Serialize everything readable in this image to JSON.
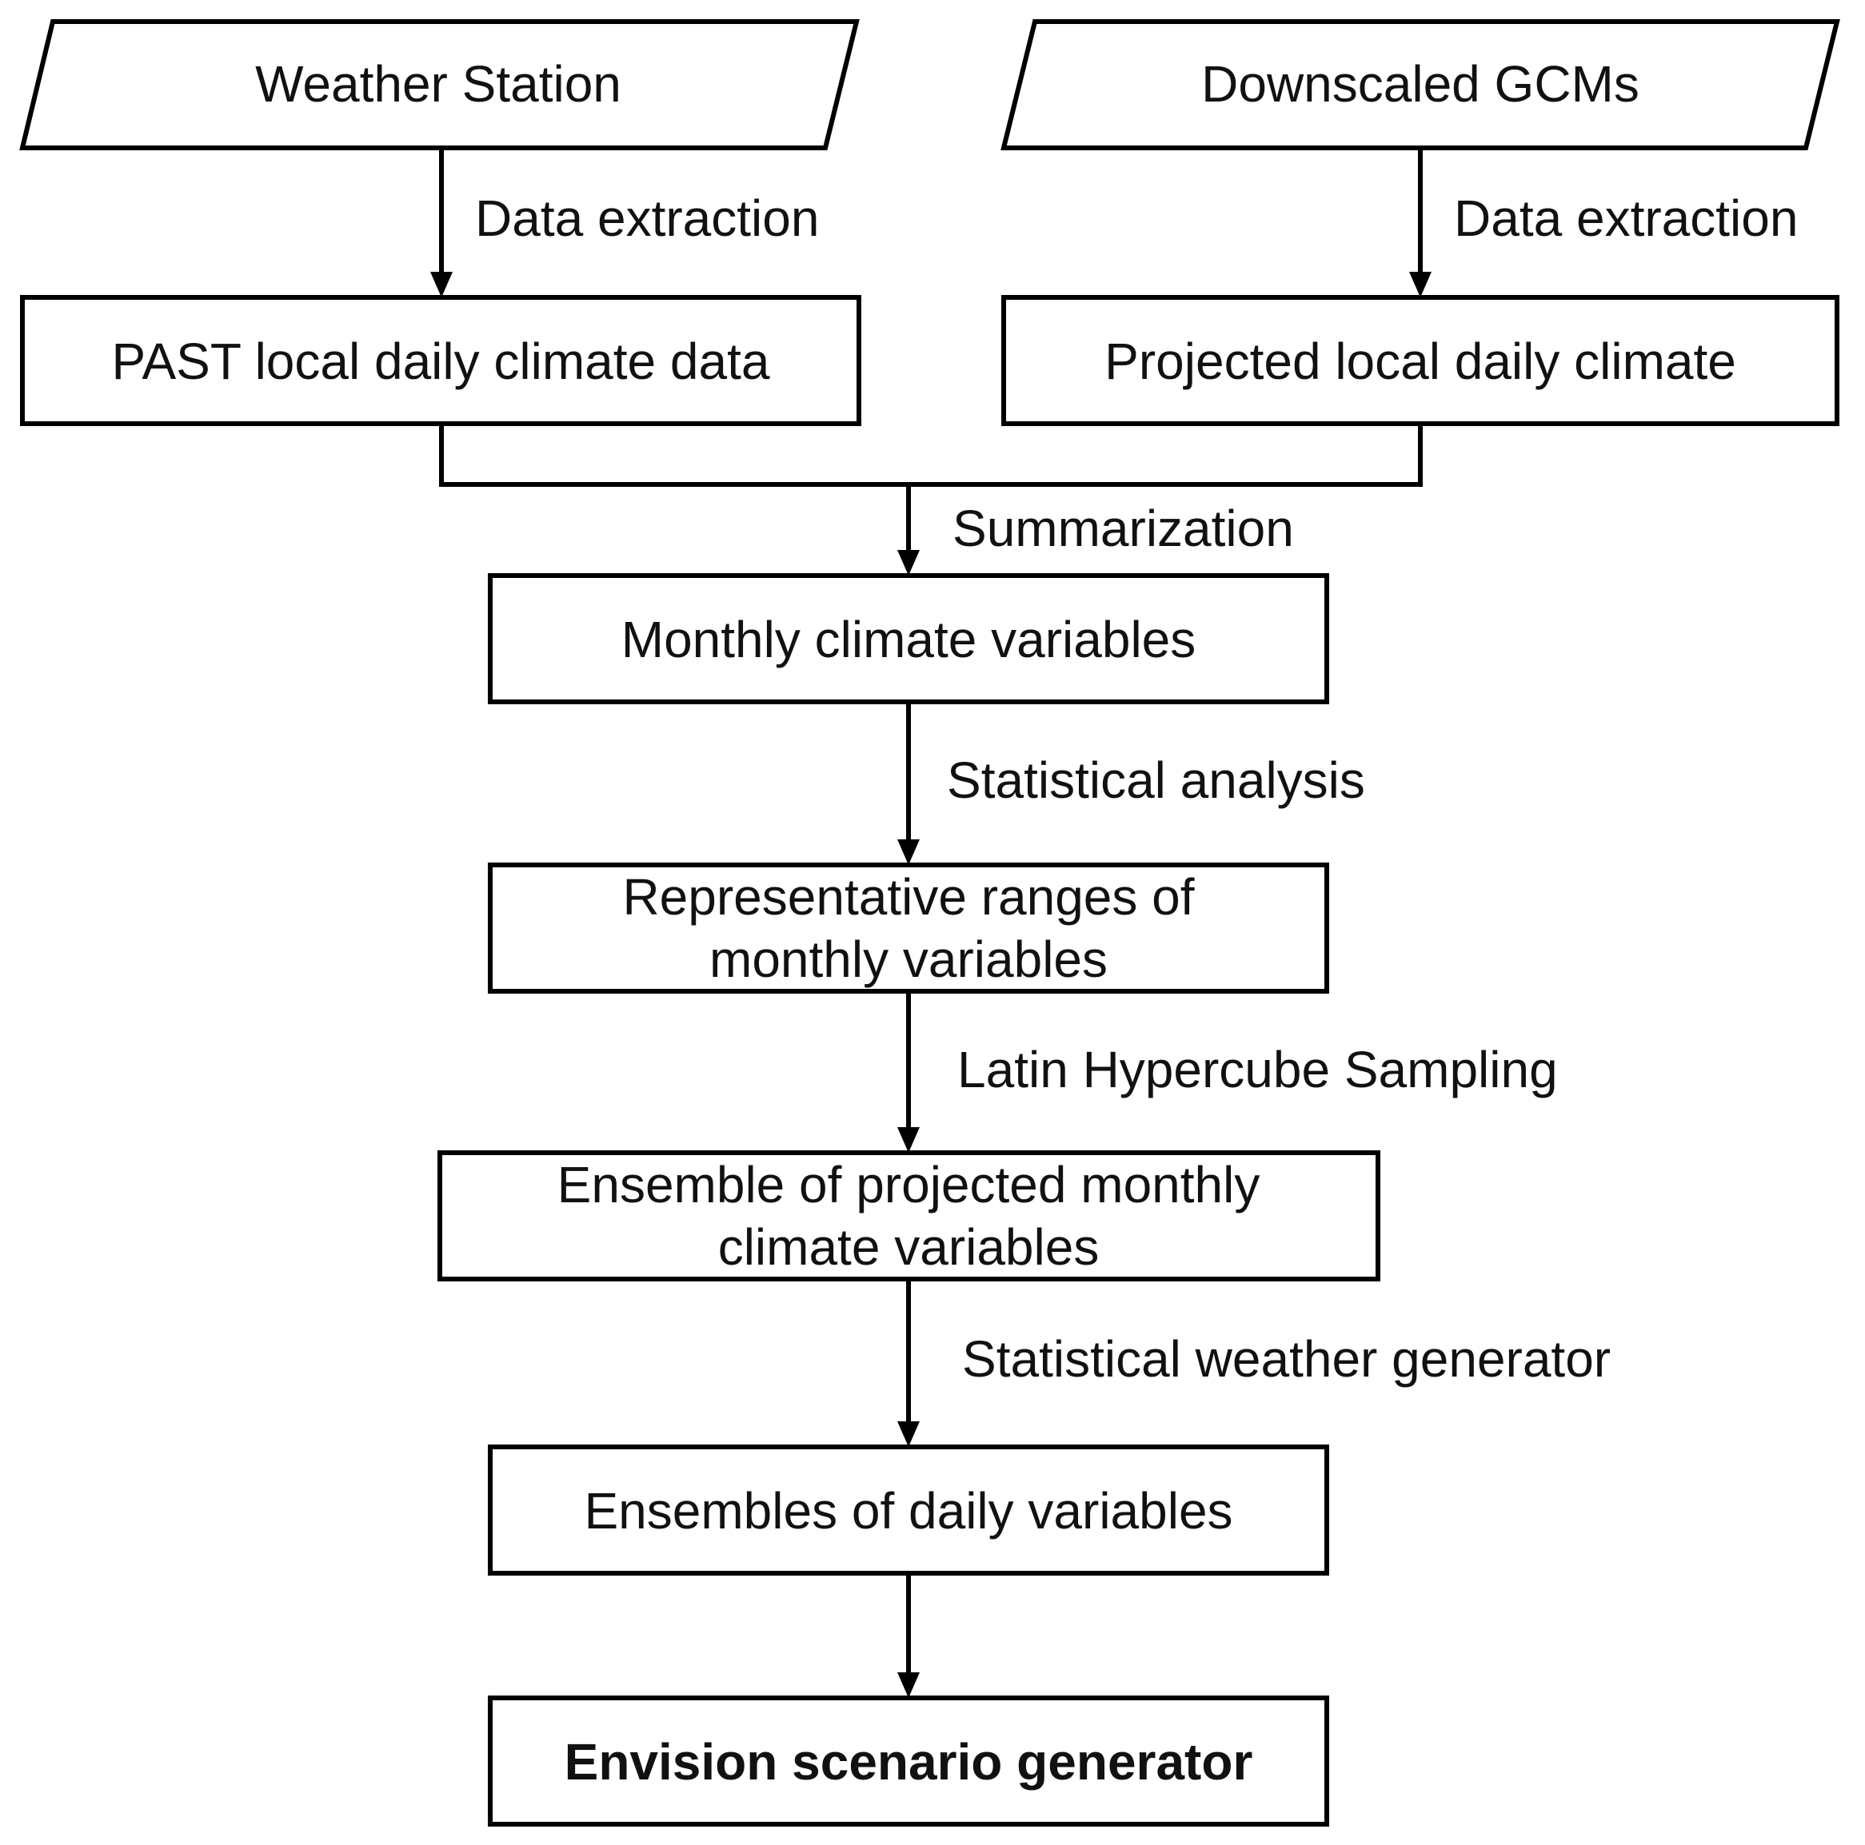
{
  "nodes": {
    "weather_station": "Weather Station",
    "downscaled_gcms": "Downscaled GCMs",
    "past_local": "PAST local daily climate data",
    "projected_local": "Projected local daily climate",
    "monthly_vars": "Monthly climate variables",
    "representative_line1": "Representative ranges of",
    "representative_line2": "monthly variables",
    "ensemble_projected_line1": "Ensemble of projected monthly",
    "ensemble_projected_line2": "climate variables",
    "ensembles_daily": "Ensembles of daily variables",
    "envision": "Envision scenario generator"
  },
  "edges": {
    "data_extraction_left": "Data extraction",
    "data_extraction_right": "Data extraction",
    "summarization": "Summarization",
    "statistical_analysis": "Statistical analysis",
    "latin_hypercube": "Latin Hypercube Sampling",
    "weather_generator": "Statistical weather generator"
  },
  "colors": {
    "stroke": "#000000",
    "text": "#111111",
    "background": "#ffffff"
  }
}
